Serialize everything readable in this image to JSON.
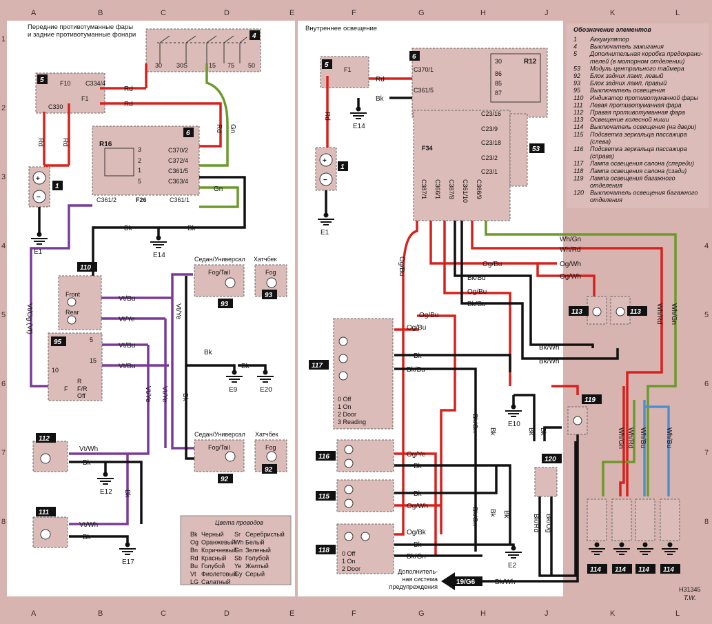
{
  "grid": {
    "cols": [
      "A",
      "B",
      "C",
      "D",
      "E",
      "F",
      "G",
      "H",
      "J",
      "K",
      "L"
    ],
    "rows": [
      "1",
      "2",
      "3",
      "4",
      "5",
      "6",
      "7",
      "8"
    ]
  },
  "left_panel": {
    "title_line1": "Передние противотуманные фары",
    "title_line2": "и задние противотуманные фонари"
  },
  "right_panel": {
    "title": "Внутреннее освещение"
  },
  "legend": {
    "title": "Обозначение элементов",
    "items": [
      {
        "num": "1",
        "text": "Аккумулятор"
      },
      {
        "num": "4",
        "text": "Выключатель зажигания"
      },
      {
        "num": "5",
        "text": "Дополнительная коробка предохрани-"
      },
      {
        "num": "",
        "text": "телей (в моторном отделении)"
      },
      {
        "num": "53",
        "text": "Модуль центрального таймера"
      },
      {
        "num": "92",
        "text": "Блок задних ламп, левый"
      },
      {
        "num": "93",
        "text": "Блок задних ламп, правый"
      },
      {
        "num": "95",
        "text": "Выключатель освещения"
      },
      {
        "num": "110",
        "text": "Индикатор противотуманной фары"
      },
      {
        "num": "111",
        "text": "Левая противотуманная фара"
      },
      {
        "num": "112",
        "text": "Правая противотуманная фара"
      },
      {
        "num": "113",
        "text": "Освещение колесной ниши"
      },
      {
        "num": "114",
        "text": "Выключатель освещения (на двери)"
      },
      {
        "num": "115",
        "text": "Подсветка зеркальца пассажира"
      },
      {
        "num": "",
        "text": "(слева)"
      },
      {
        "num": "116",
        "text": "Подсветка зеркальца пассажира"
      },
      {
        "num": "",
        "text": "(справа)"
      },
      {
        "num": "117",
        "text": "Лампа освещения салона (спереди)"
      },
      {
        "num": "118",
        "text": "Лампа освещения салона (сзади)"
      },
      {
        "num": "119",
        "text": "Лампа освещения багажного"
      },
      {
        "num": "",
        "text": "отделения"
      },
      {
        "num": "120",
        "text": "Выключатель освещения багажного"
      },
      {
        "num": "",
        "text": "отделения"
      }
    ]
  },
  "wire_colors": {
    "title": "Цвета проводов",
    "items": [
      {
        "code": "Bk",
        "name": "Черный"
      },
      {
        "code": "Sr",
        "name": "Серебристый"
      },
      {
        "code": "Og",
        "name": "Оранжевый"
      },
      {
        "code": "Wh",
        "name": "Белый"
      },
      {
        "code": "Bn",
        "name": "Коричневый"
      },
      {
        "code": "Gn",
        "name": "Зеленый"
      },
      {
        "code": "Rd",
        "name": "Красный"
      },
      {
        "code": "Sb",
        "name": "Голубой"
      },
      {
        "code": "Bu",
        "name": "Голубой"
      },
      {
        "code": "Ye",
        "name": "Желтый"
      },
      {
        "code": "Vt",
        "name": "Фиолетовый"
      },
      {
        "code": "Gy",
        "name": "Серый"
      },
      {
        "code": "LG",
        "name": "Салатный"
      }
    ]
  },
  "text": {
    "sedan": "Седан/Универсал",
    "hatch": "Хатчбек",
    "fogtail": "Fog/Tail",
    "fog": "Fog",
    "front": "Front",
    "rear": "Rear",
    "off": "Off",
    "fr": "F/R",
    "f": "F",
    "sw117_0": "0  Off",
    "sw117_1": "1  On",
    "sw117_2": "2  Door",
    "sw117_3": "3  Reading",
    "sw118_0": "0  Off",
    "sw118_1": "1  On",
    "sw118_2": "2  Door",
    "warn1": "Дополнитель-",
    "warn2": "ная система",
    "warn3": "предупреждения",
    "warn_ref": "19/G6",
    "drawing_id": "H31345",
    "signature": "T.W."
  },
  "colors": {
    "background": "#d8b4b0",
    "panel": "#ffffff",
    "component": "#dcbcb8",
    "wire_red": "#d8201c",
    "wire_black": "#111111",
    "wire_green": "#6a9a2a",
    "wire_violet": "#7a3a9a",
    "wire_orange": "#f0a020",
    "wire_blue": "#4a90d0"
  }
}
